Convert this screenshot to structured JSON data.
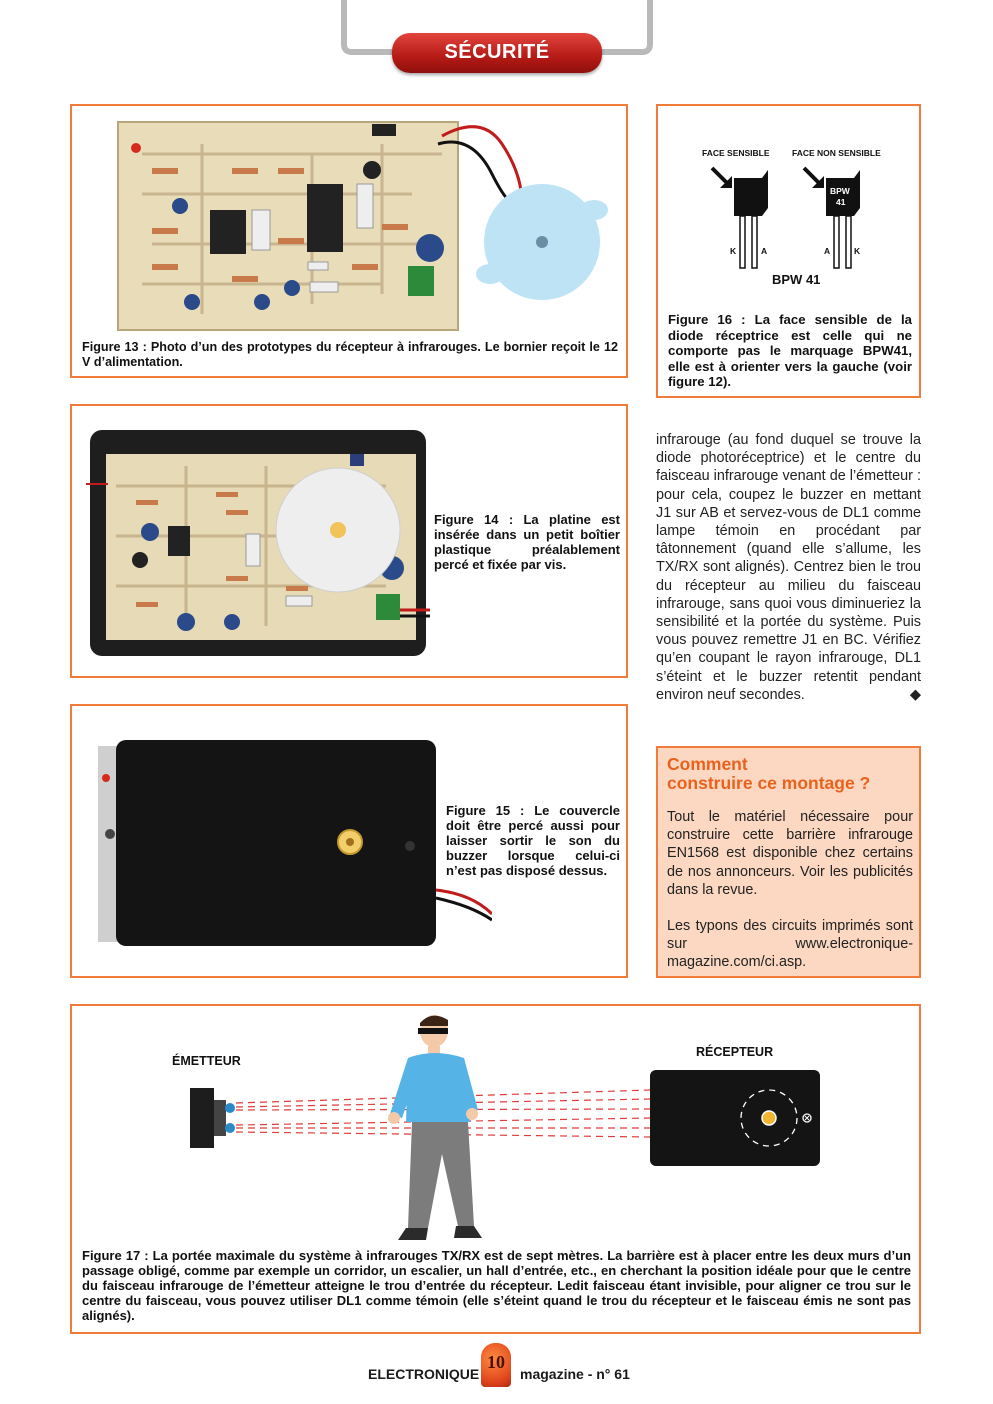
{
  "header": {
    "section_label": "SÉCURITÉ"
  },
  "figure13": {
    "caption": "Figure 13 : Photo d’un des prototypes du récepteur à infrarouges. Le bornier reçoit le 12 V d’alimentation."
  },
  "figure14": {
    "caption": "Figure 14 : La platine est insérée dans un petit boîtier plastique préalablement percé et fixée par vis."
  },
  "figure15": {
    "caption": "Figure 15 : Le couvercle doit être percé aussi pour laisser sortir le son du buzzer lorsque celui-ci n’est pas disposé dessus."
  },
  "figure16": {
    "label_face_sensible": "FACE SENSIBLE",
    "label_face_non_sensible": "FACE NON SENSIBLE",
    "component_marking_line1": "BPW",
    "component_marking_line2": "41",
    "pin_k": "K",
    "pin_a": "A",
    "part_name": "BPW 41",
    "caption": "Figure 16 : La face sensible de la diode réceptrice est celle qui ne comporte pas le marquage BPW41, elle est à orienter vers la gauche (voir figure 12)."
  },
  "article": {
    "continuation": "infrarouge (au fond duquel se trouve la diode photoréceptrice) et le centre du faisceau infrarouge venant de l’émetteur : pour cela, coupez le buzzer en mettant J1 sur AB et servez-vous de DL1 comme lampe témoin en procédant par tâtonnement (quand elle s’allume, les TX/RX sont alignés). Centrez bien le trou du récepteur au milieu du faisceau infrarouge, sans quoi vous diminueriez la sensibilité et la portée du système. Puis vous pouvez remettre J1 en BC. Vérifiez qu’en coupant le rayon infrarouge, DL1 s’éteint et le buzzer retentit pendant environ neuf secondes.",
    "end_mark": "◆"
  },
  "sidebar": {
    "title_line1": "Comment",
    "title_line2": "construire ce montage ?",
    "para1": "Tout le matériel nécessaire pour construire cette barrière infrarouge EN1568 est disponible chez certains de nos annonceurs. Voir les publicités dans la revue.",
    "para2": "Les typons des circuits imprimés sont sur www.electronique-magazine.com/ci.asp."
  },
  "figure17": {
    "label_emetteur": "ÉMETTEUR",
    "label_recepteur": "RÉCEPTEUR",
    "caption": "Figure 17 : La portée maximale du système à infrarouges TX/RX est de sept mètres. La barrière est à placer entre les deux murs d’un passage obligé, comme par exemple un corridor, un escalier, un hall d’entrée, etc., en cherchant la position idéale pour que le centre du faisceau infrarouge de l’émetteur atteigne le trou d’entrée du récepteur. Ledit faisceau étant invisible, pour aligner ce trou sur le centre du faisceau, vous pouvez utiliser DL1 comme témoin (elle s’éteint quand le trou du récepteur et le faisceau émis ne sont pas alignés)."
  },
  "footer": {
    "left": "ELECTRONIQUE",
    "page_number": "10",
    "right": "magazine - n° 61"
  },
  "colors": {
    "frame": "#f07b3a",
    "sidebar_bg": "#fcd8c2",
    "sidebar_title": "#e8621e",
    "header_red": "#c8231e"
  }
}
